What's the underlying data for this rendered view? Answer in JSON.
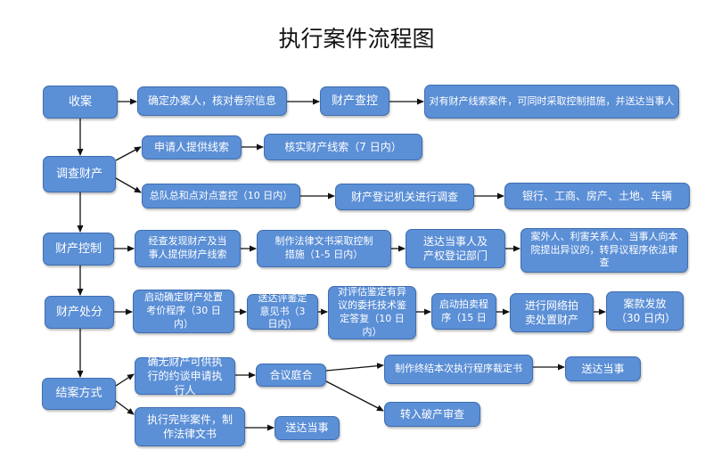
{
  "title": "执行案件流程图",
  "colors": {
    "box_fill": "#5b8fd6",
    "box_border": "#3f6eb0",
    "arrow": "#111111",
    "text": "#ffffff"
  },
  "nodes": {
    "shouan": "收案",
    "confirm_officer": "确定办案人，核对卷宗信息",
    "property_check": "财产查控",
    "property_control_measures": "对有财产线索案件，可同时采取控制措施，并送达当事人",
    "investigate_property": "调查财产",
    "applicant_clues": "申请人提供线索",
    "verify_clues": "核实财产线索（7 日内）",
    "total_check": "总队总和点对点查控（10 日内）",
    "registry_investigate": "财产登记机关进行调查",
    "banks_etc": "银行、工商、房产、土地、车辆",
    "property_control": "财产控制",
    "found_property": "经查发现财产及当事人提供财产线索",
    "legal_docs_control": "制作法律文书采取控制措施（1-5 日内）",
    "serve_parties_dept": "送达当事人及产权登记部门",
    "objection_review": "案外人、利害关系人、当事人向本院提出异议的，转异议程序依法审查",
    "property_disposal": "财产处分",
    "start_valuation": "启动确定财产处置考价程序（30 日内）",
    "serve_appraisal": "送达评鉴定意见书（3 日内）",
    "objection_appraisal": "对评估鉴定有异议的委托技术鉴定答复（10 日内）",
    "start_auction": "启动拍卖程序（15 日",
    "online_auction": "进行网络拍卖处置财产",
    "payout": "案款发放（30 日内）",
    "closing_method": "结案方式",
    "no_property": "确无财产可供执行的约谈申请执行人",
    "panel_discussion": "合议庭合",
    "termination_ruling": "制作终结本次执行程序裁定书",
    "serve_party_1": "送达当事",
    "bankruptcy_review": "转入破产审查",
    "execution_complete": "执行完毕案件，制作法律文书",
    "serve_party_2": "送达当事"
  }
}
